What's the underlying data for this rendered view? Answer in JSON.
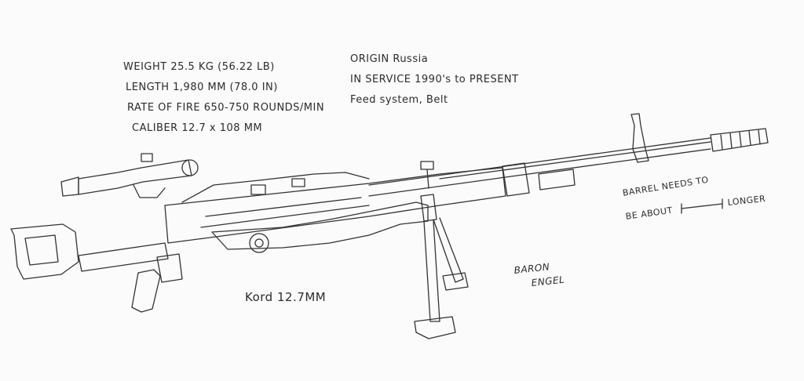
{
  "specs": {
    "weight": "WEIGHT 25.5 KG (56.22 LB)",
    "length": "LENGTH 1,980 MM (78.0 IN)",
    "rate_of_fire": "RATE OF FIRE 650-750 ROUNDS/MIN",
    "caliber": "CALIBER 12.7 x 108 MM",
    "origin": "ORIGIN Russia",
    "in_service": "IN SERVICE 1990's to PRESENT",
    "feed_system": "Feed system, Belt"
  },
  "notes": {
    "barrel_line1": "BARREL NEEDS TO",
    "barrel_line2": "BE ABOUT",
    "barrel_line2_end": "LONGER"
  },
  "weapon_label": "Kord 12.7MM",
  "signature": {
    "line1": "BARON",
    "line2": "ENGEL"
  },
  "drawing_subject": "kord-machine-gun-sketch"
}
